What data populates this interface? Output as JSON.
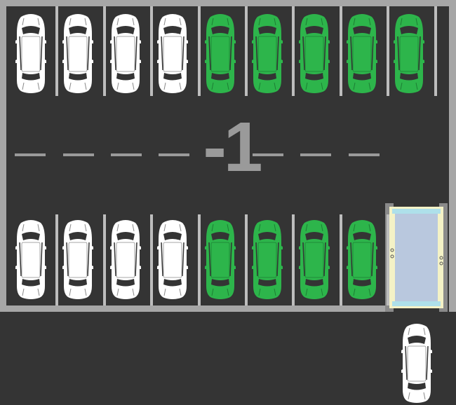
{
  "level": {
    "floor_label": "-1"
  },
  "colors": {
    "asphalt": "#343434",
    "wall": "#a6a6a6",
    "lane_marking": "#9a9a9a",
    "parked_car": "#ffffff",
    "available_car": "#2db54b",
    "elevator_glass": "#b9c8de"
  },
  "parking": {
    "top_row": [
      {
        "spot": 1,
        "car": "white"
      },
      {
        "spot": 2,
        "car": "white"
      },
      {
        "spot": 3,
        "car": "white"
      },
      {
        "spot": 4,
        "car": "white"
      },
      {
        "spot": 5,
        "car": "green"
      },
      {
        "spot": 6,
        "car": "green"
      },
      {
        "spot": 7,
        "car": "green"
      },
      {
        "spot": 8,
        "car": "green"
      },
      {
        "spot": 9,
        "car": "green"
      }
    ],
    "bottom_row": [
      {
        "spot": 1,
        "car": "white"
      },
      {
        "spot": 2,
        "car": "white"
      },
      {
        "spot": 3,
        "car": "white"
      },
      {
        "spot": 4,
        "car": "white"
      },
      {
        "spot": 5,
        "car": "green"
      },
      {
        "spot": 6,
        "car": "green"
      },
      {
        "spot": 7,
        "car": "green"
      },
      {
        "spot": 8,
        "car": "green"
      }
    ]
  },
  "player_car": {
    "car": "white"
  },
  "elevator": {
    "icon": "elevator-icon"
  }
}
